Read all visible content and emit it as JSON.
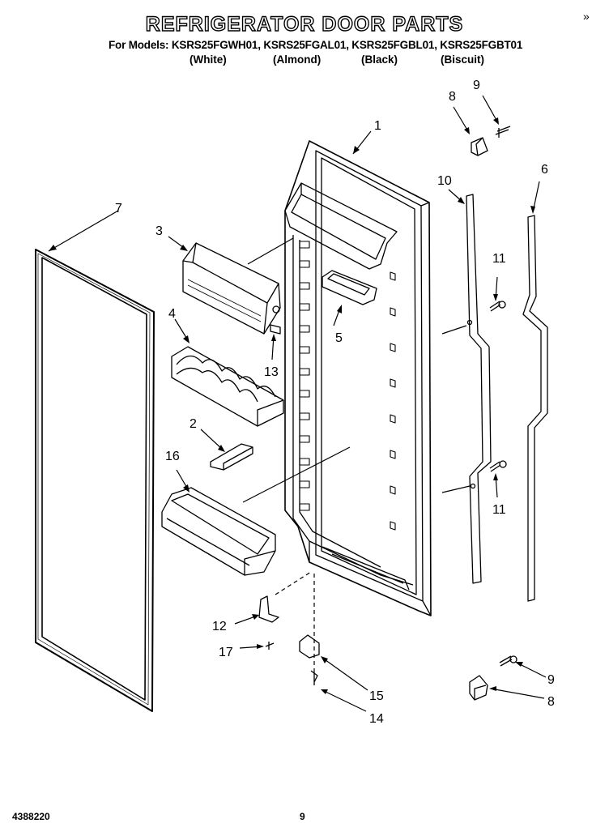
{
  "header": {
    "title": "REFRIGERATOR DOOR PARTS",
    "models_line": "For Models: KSRS25FGWH01, KSRS25FGAL01, KSRS25FGBL01, KSRS25FGBT01",
    "colors": [
      "(White)",
      "(Almond)",
      "(Black)",
      "(Biscuit)"
    ],
    "corner_mark": "»"
  },
  "callouts": {
    "c1": "1",
    "c2": "2",
    "c3": "3",
    "c4": "4",
    "c5": "5",
    "c6": "6",
    "c7": "7",
    "c8a": "8",
    "c8b": "8",
    "c9a": "9",
    "c9b": "9",
    "c10": "10",
    "c11a": "11",
    "c11b": "11",
    "c12": "12",
    "c13": "13",
    "c14": "14",
    "c15": "15",
    "c16": "16",
    "c17": "17"
  },
  "footer": {
    "doc_number": "4388220",
    "page_number": "9"
  }
}
